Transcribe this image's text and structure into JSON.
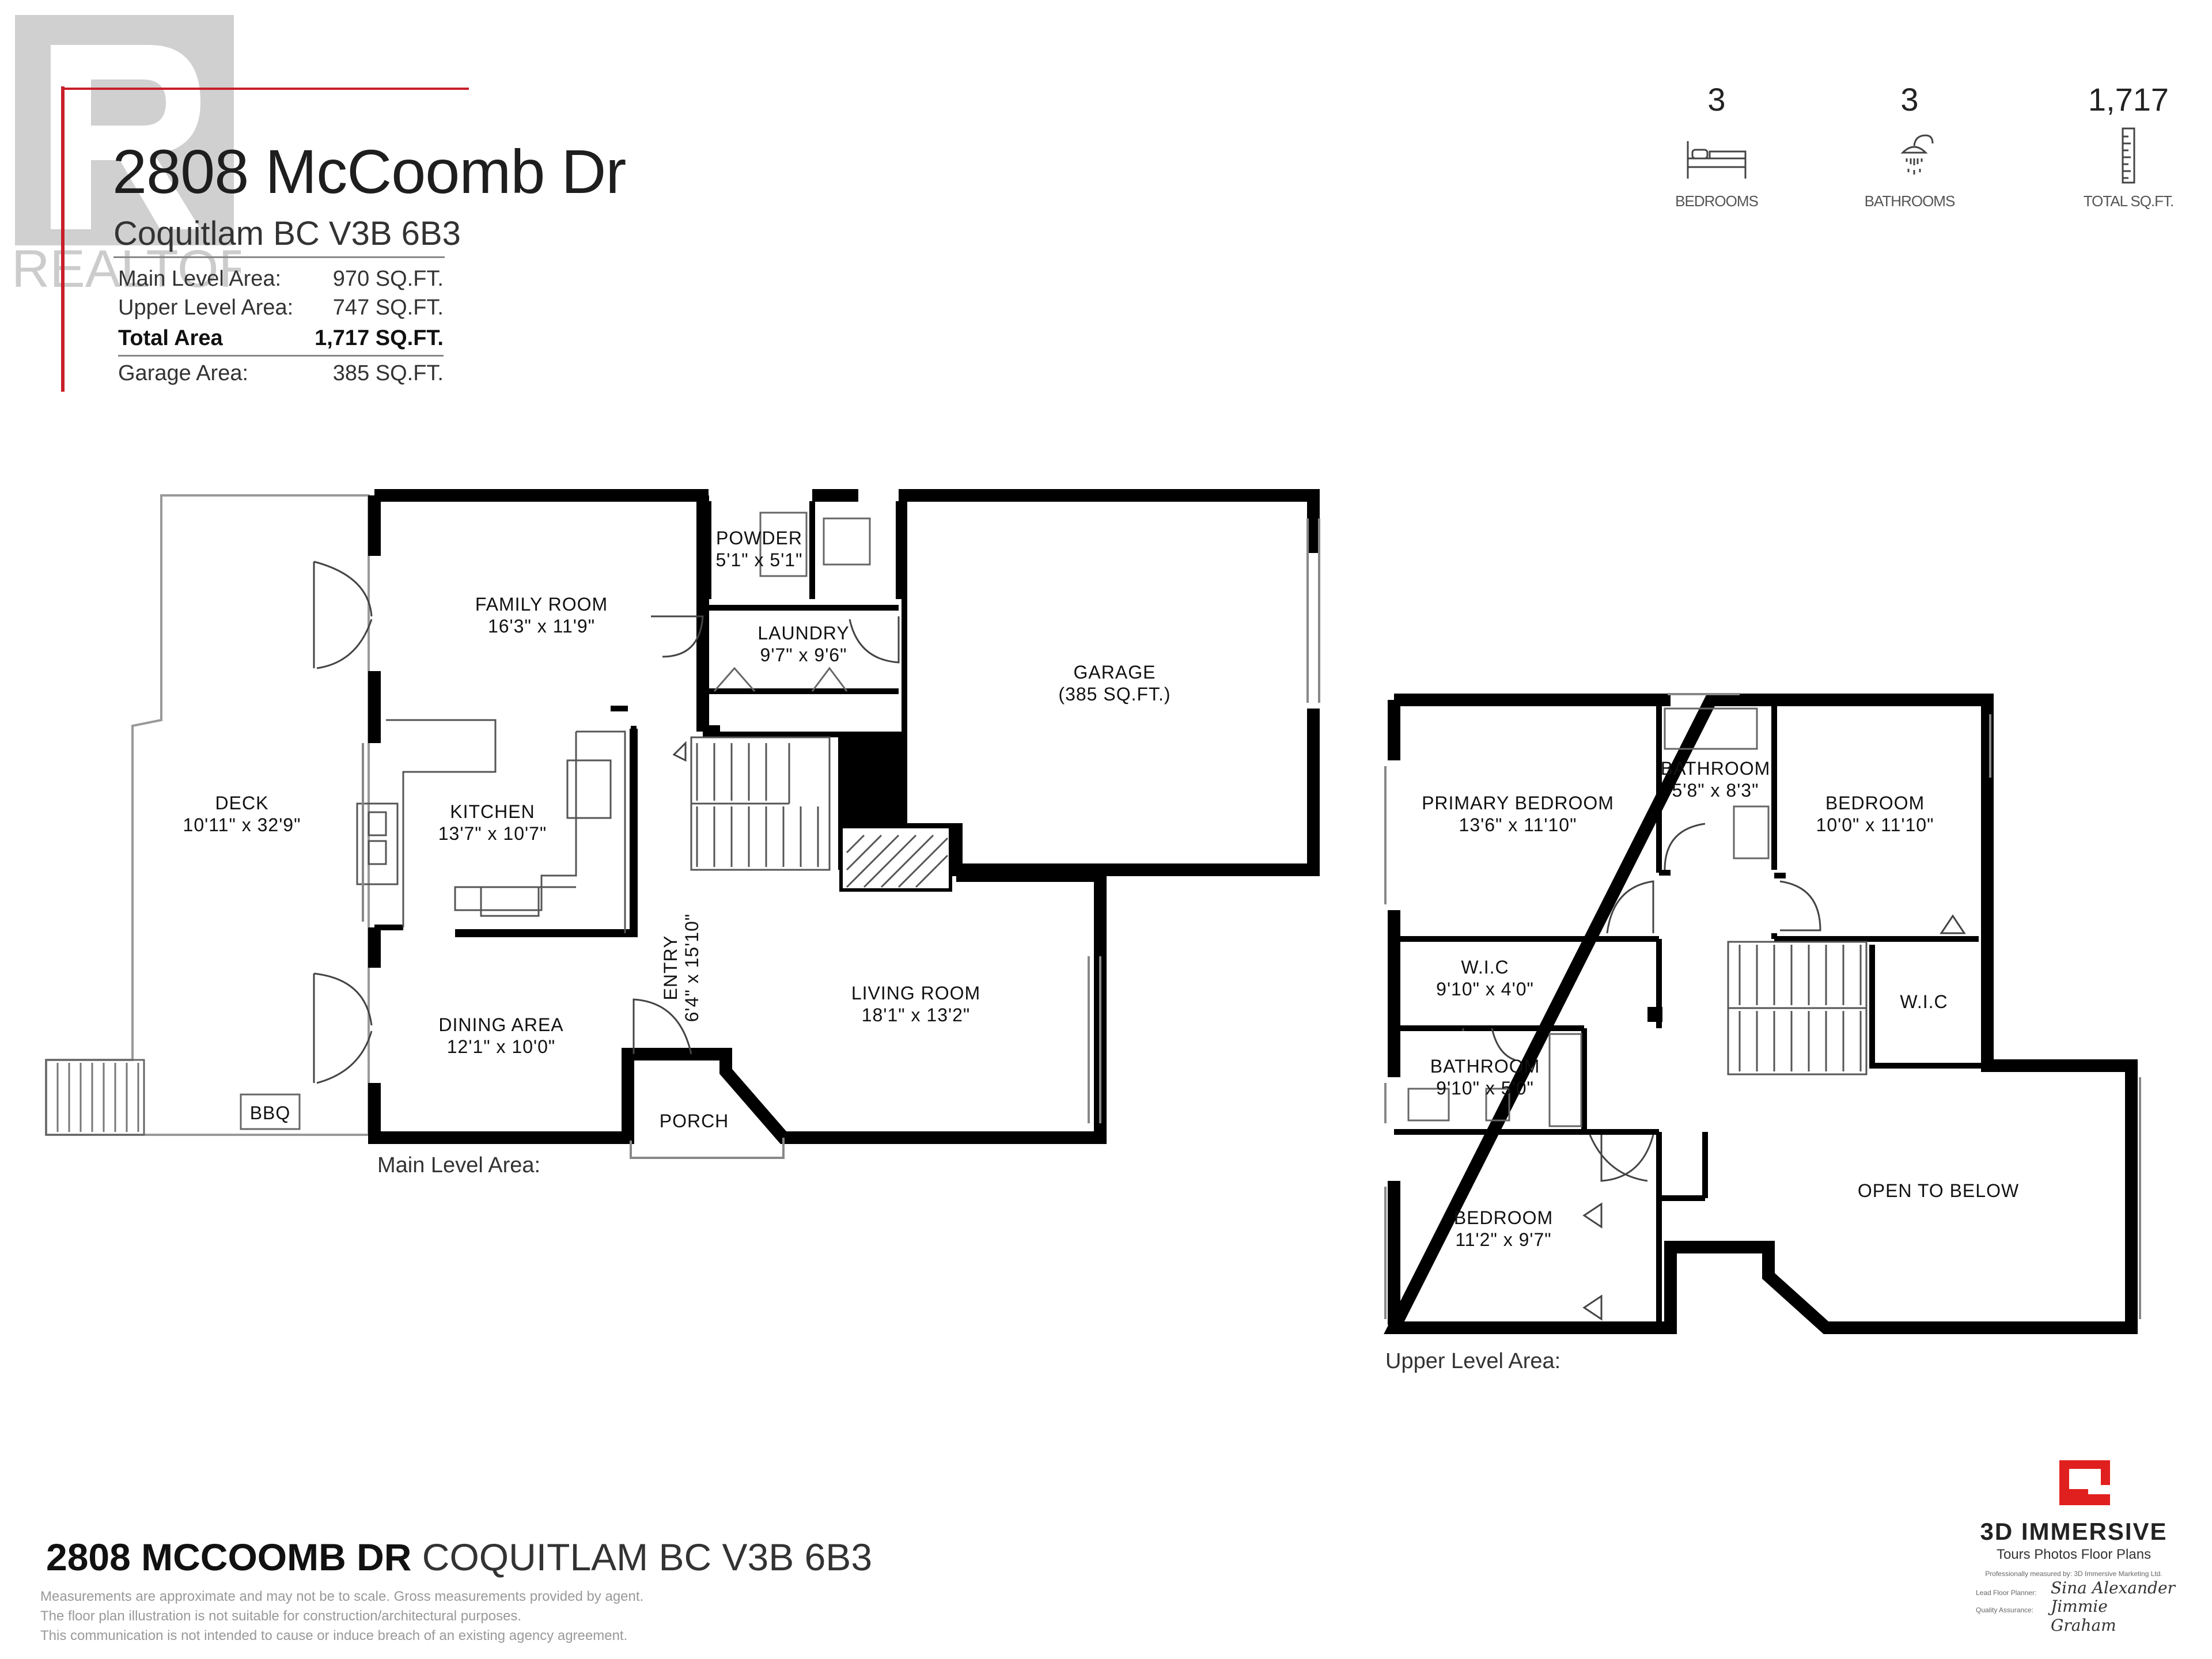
{
  "header": {
    "watermark_text": "REALTOR",
    "title": "2808 McCoomb Dr",
    "subtitle": "Coquitlam BC V3B 6B3",
    "areas": {
      "main_label": "Main Level Area:",
      "main_value": "970 SQ.FT.",
      "upper_label": "Upper Level Area:",
      "upper_value": "747 SQ.FT.",
      "total_label": "Total Area",
      "total_value": "1,717 SQ.FT.",
      "garage_label": "Garage Area:",
      "garage_value": "385 SQ.FT."
    }
  },
  "stats": {
    "bedrooms": {
      "value": "3",
      "label": "BEDROOMS",
      "icon": "bed-icon"
    },
    "bathrooms": {
      "value": "3",
      "label": "BATHROOMS",
      "icon": "shower-icon"
    },
    "sqft": {
      "value": "1,717",
      "label": "TOTAL SQ.FT.",
      "icon": "ruler-icon"
    }
  },
  "main_level": {
    "caption": "Main Level Area:",
    "rooms": {
      "deck": {
        "name": "DECK",
        "dims": "10'11\" x 32'9\""
      },
      "family": {
        "name": "FAMILY ROOM",
        "dims": "16'3\" x 11'9\""
      },
      "powder": {
        "name": "POWDER",
        "dims": "5'1\" x 5'1\""
      },
      "laundry": {
        "name": "LAUNDRY",
        "dims": "9'7\" x 9'6\""
      },
      "garage": {
        "name": "GARAGE",
        "dims": "(385 SQ.FT.)"
      },
      "kitchen": {
        "name": "KITCHEN",
        "dims": "13'7\" x 10'7\""
      },
      "entry": {
        "name": "ENTRY",
        "dims": "6'4\" x 15'10\""
      },
      "living": {
        "name": "LIVING ROOM",
        "dims": "18'1\" x 13'2\""
      },
      "dining": {
        "name": "DINING AREA",
        "dims": "12'1\" x 10'0\""
      },
      "porch": {
        "name": "PORCH"
      },
      "bbq": {
        "name": "BBQ"
      }
    }
  },
  "upper_level": {
    "caption": "Upper Level Area:",
    "rooms": {
      "primary": {
        "name": "PRIMARY BEDROOM",
        "dims": "13'6\" x 11'10\""
      },
      "bath1": {
        "name": "BATHROOM",
        "dims": "5'8\" x 8'3\""
      },
      "bed2": {
        "name": "BEDROOM",
        "dims": "10'0\" x 11'10\""
      },
      "wic1": {
        "name": "W.I.C",
        "dims": "9'10\" x 4'0\""
      },
      "wic2": {
        "name": "W.I.C"
      },
      "bath2": {
        "name": "BATHROOM",
        "dims": "9'10\" x 5'0\""
      },
      "otb": {
        "name": "OPEN TO BELOW"
      },
      "bed3": {
        "name": "BEDROOM",
        "dims": "11'2\" x 9'7\""
      }
    }
  },
  "footer": {
    "address_bold": "2808 MCCOOMB DR",
    "address_light": "COQUITLAM BC V3B 6B3",
    "disclaimer_1": "Measurements are approximate and may not be to scale. Gross measurements provided by agent.",
    "disclaimer_2": "The floor plan illustration is not suitable for construction/architectural purposes.",
    "disclaimer_3": "This communication is not intended to cause or induce breach of an existing agency agreement.",
    "brand_name": "3D IMMERSIVE",
    "brand_tagline": "Tours  Photos  Floor Plans",
    "brand_small": "Professionally measured by: 3D Immersive Marketing Ltd.",
    "lead_label": "Lead Floor Planner:",
    "lead_sig": "Sina Alexander",
    "qa_label": "Quality Assurance:",
    "qa_sig": "Jimmie Graham"
  },
  "colors": {
    "accent_red": "#c8202a",
    "wall": "#000000",
    "watermark": "#cccccc"
  }
}
